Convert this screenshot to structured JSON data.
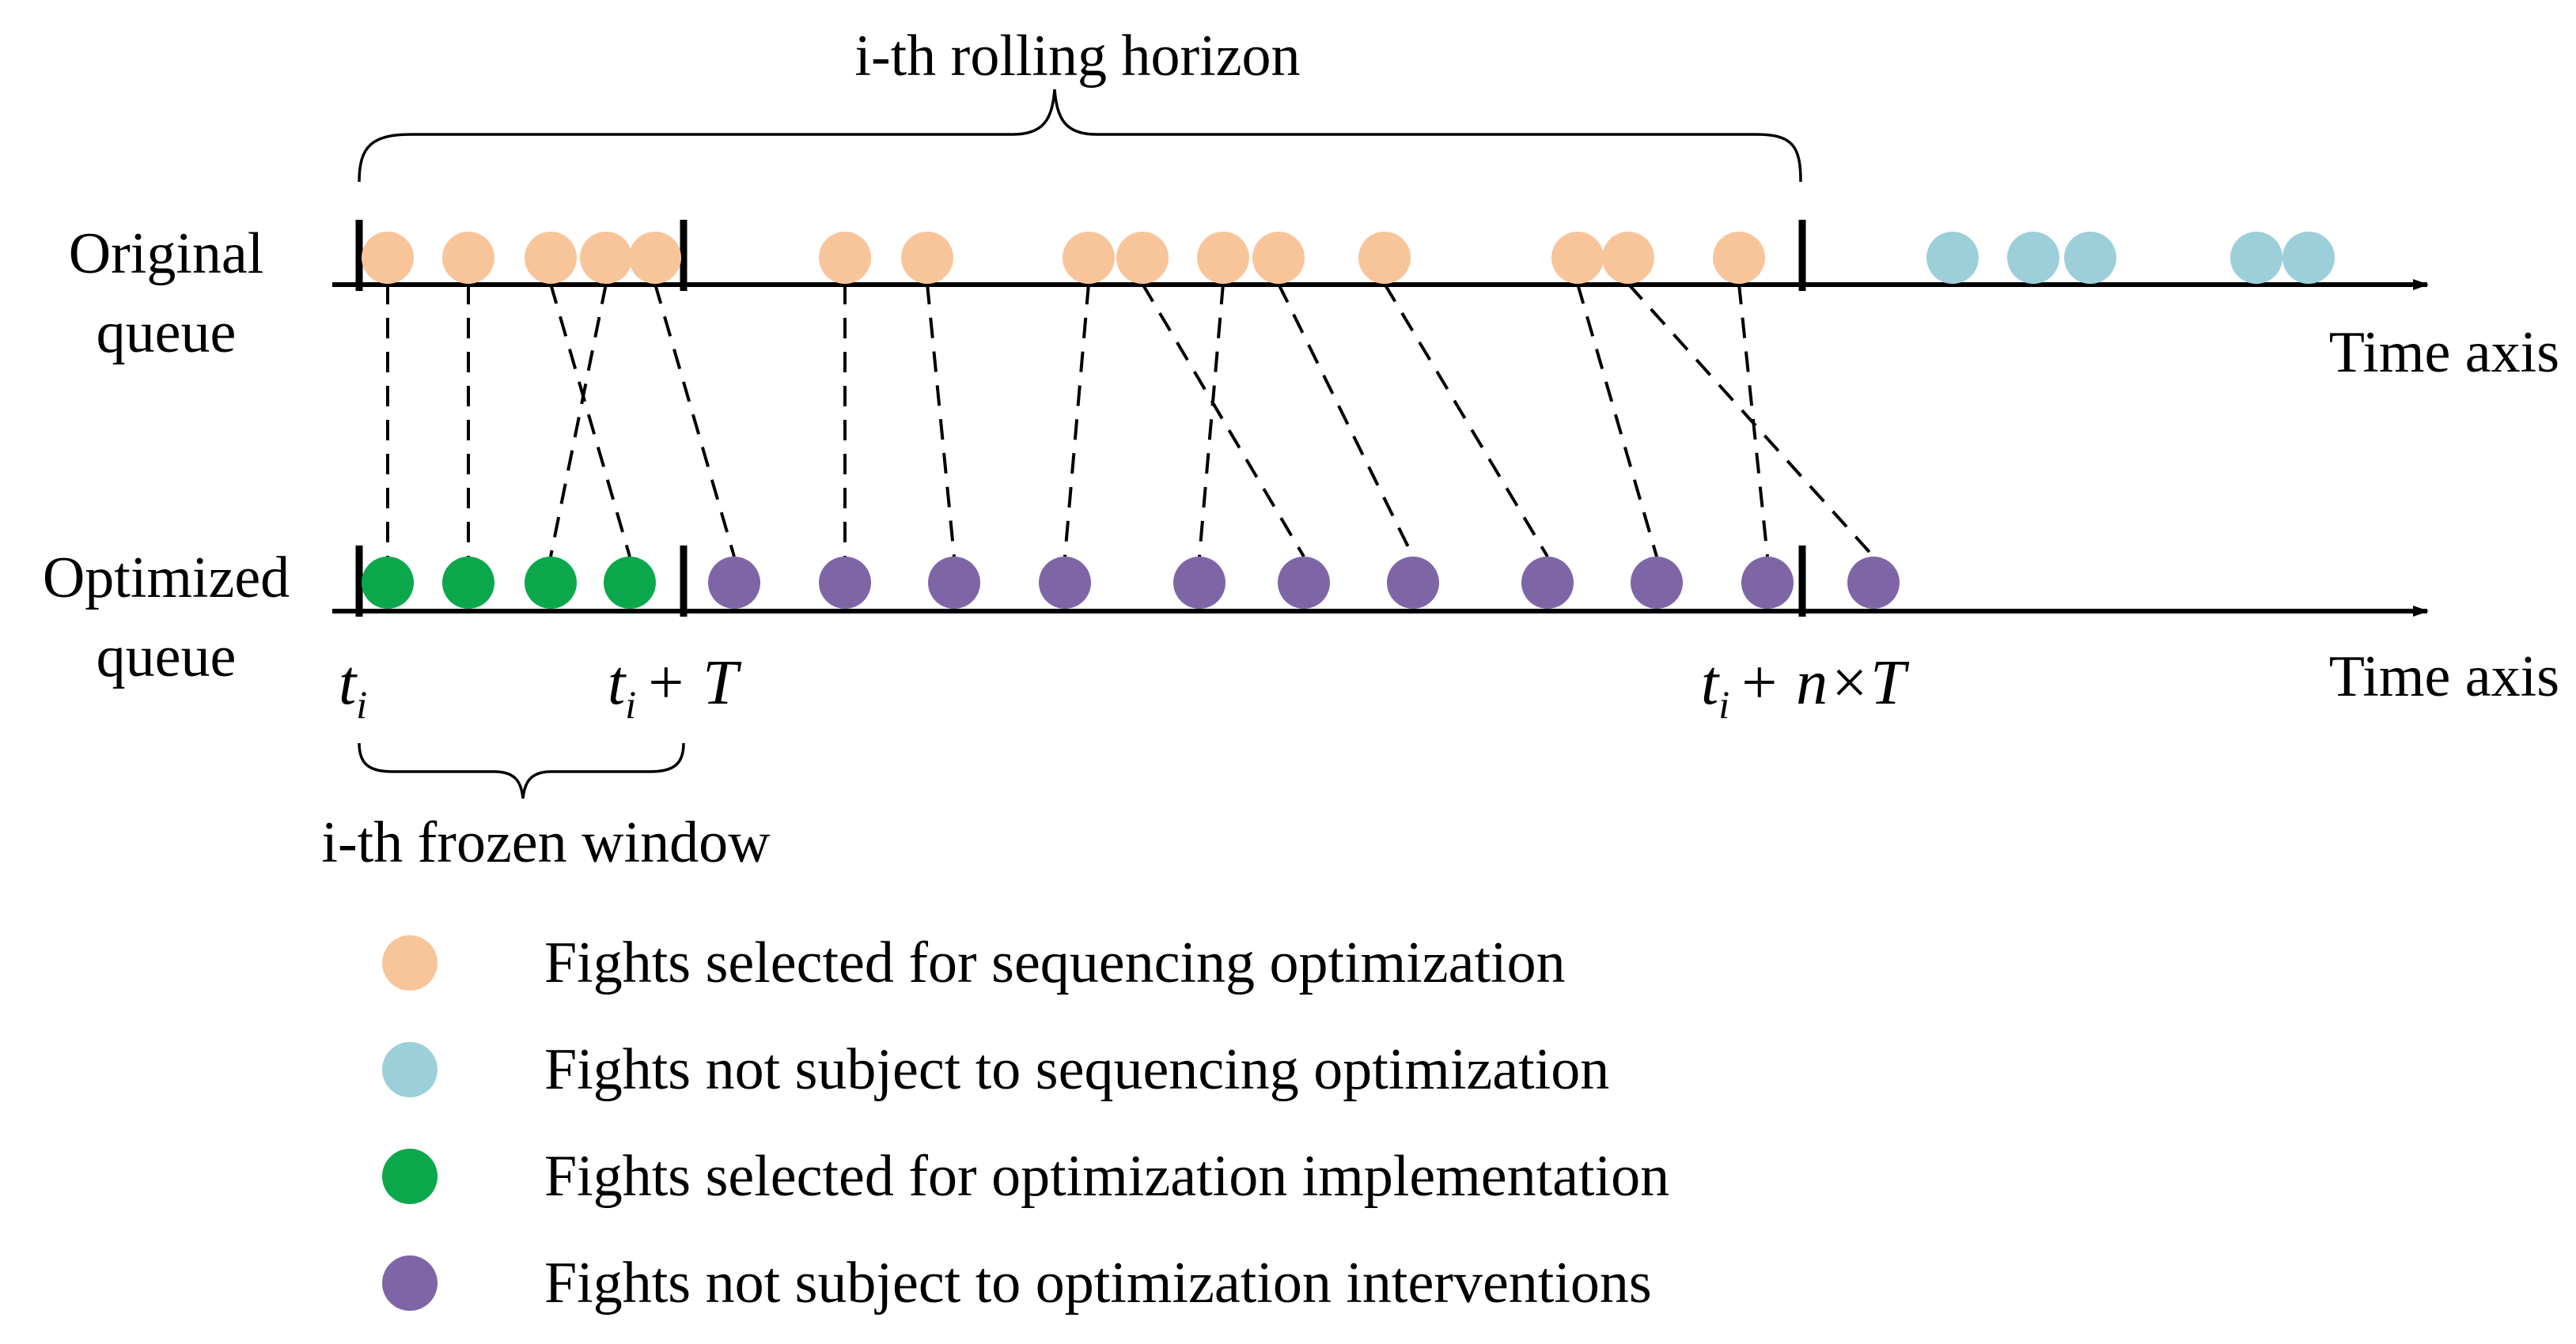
{
  "title": "i-th rolling horizon",
  "frozen_window": "i-th frozen window",
  "rows": {
    "original": {
      "line1": "Original",
      "line2": "queue",
      "axis_label": "Time axis"
    },
    "optimized": {
      "line1": "Optimized",
      "line2": "queue",
      "axis_label": "Time axis"
    }
  },
  "time_labels": {
    "t_i": "t",
    "t_i_sub": "i",
    "t_plus_T": "+ T",
    "t_plus_nT": "+ n×T"
  },
  "colors": {
    "selected_for_sequencing": "#f8c59b",
    "not_subject_to_sequencing": "#9ccfd9",
    "selected_for_implementation": "#0aa84b",
    "not_subject_to_interventions": "#7e66a6"
  },
  "legend": [
    {
      "color_key": "selected_for_sequencing",
      "label": "Fights selected for sequencing optimization"
    },
    {
      "color_key": "not_subject_to_sequencing",
      "label": "Fights not subject to sequencing optimization"
    },
    {
      "color_key": "selected_for_implementation",
      "label": "Fights selected for optimization implementation"
    },
    {
      "color_key": "not_subject_to_interventions",
      "label": "Fights not subject to optimization interventions"
    }
  ]
}
